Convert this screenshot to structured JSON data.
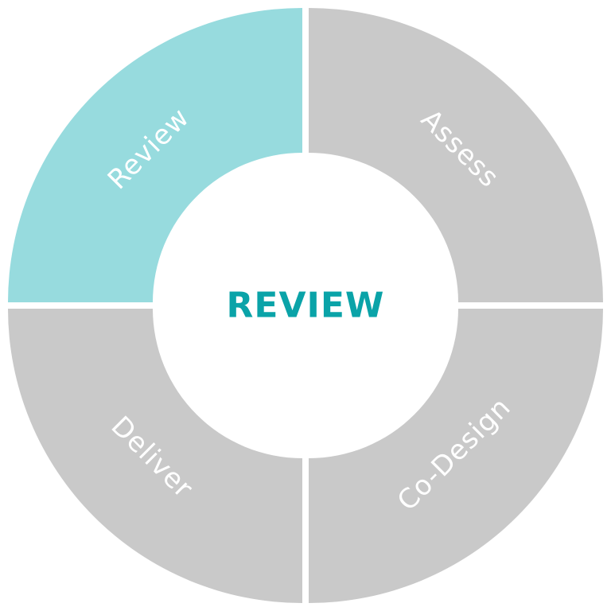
{
  "center": {
    "label": "REVIEW",
    "color": "#0aa3a8"
  },
  "segments": [
    {
      "label": "Review",
      "color": "#97dbde",
      "active": true
    },
    {
      "label": "Assess",
      "color": "#c9c9c9",
      "active": false
    },
    {
      "label": "Co-Design",
      "color": "#c9c9c9",
      "active": false
    },
    {
      "label": "Deliver",
      "color": "#c9c9c9",
      "active": false
    }
  ]
}
